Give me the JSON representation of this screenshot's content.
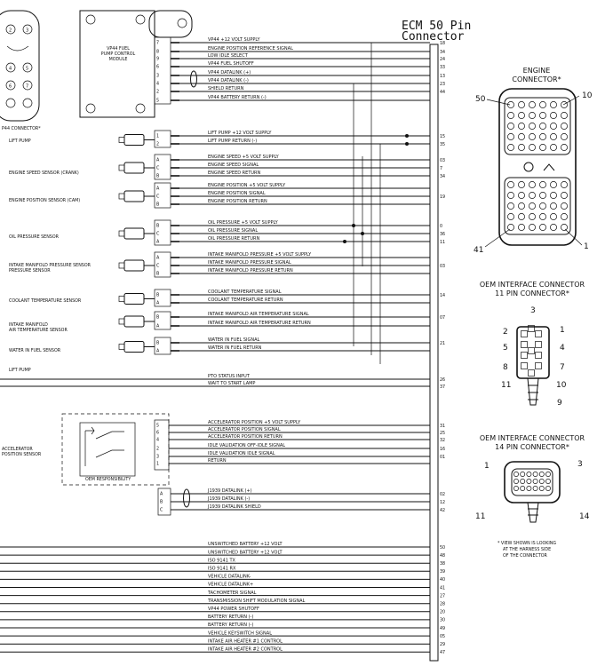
{
  "header": {
    "ecm_title": "ECM 50 Pin",
    "ecm_subtitle": "Connector"
  },
  "vp44": {
    "connector_caption": "P44 CONNECTOR*",
    "module_label_1": "VP44 FUEL",
    "module_label_2": "PUMP CONTROL",
    "module_label_3": "MODULE",
    "round_pins": [
      "2",
      "3",
      "4",
      "5",
      "6",
      "7"
    ],
    "round_pins_left": [
      "2",
      "4",
      "6"
    ],
    "round_pins_right": [
      "3",
      "5",
      "7"
    ]
  },
  "groups": [
    {
      "label": "",
      "signals": [
        {
          "pin": "7",
          "text": "VP44 +12 VOLT SUPPLY",
          "ecm": "18"
        },
        {
          "pin": "8",
          "text": "ENGINE POSITION REFERENCE SIGNAL",
          "ecm": "34"
        },
        {
          "pin": "9",
          "text": "LOW IDLE SELECT",
          "ecm": "24"
        },
        {
          "pin": "6",
          "text": "VP44 FUEL SHUTOFF",
          "ecm": "33"
        },
        {
          "pin": "3",
          "text": "VP44 DATALINK (+)",
          "ecm": "13"
        },
        {
          "pin": "4",
          "text": "VP44 DATALINK (-)",
          "ecm": "23"
        },
        {
          "pin": "2",
          "text": "SHIELD RETURN",
          "ecm": "44"
        },
        {
          "pin": "5",
          "text": "VP44 BATTERY RETURN (-)",
          "ecm": ""
        }
      ]
    },
    {
      "label": "LIFT PUMP",
      "signals": [
        {
          "pin": "1",
          "text": "LIFT PUMP +12 VOLT SUPPLY",
          "ecm": "15"
        },
        {
          "pin": "2",
          "text": "LIFT PUMP RETURN (-)",
          "ecm": "35"
        }
      ]
    },
    {
      "label": "ENGINE SPEED SENSOR (CRANK)",
      "signals": [
        {
          "pin": "A",
          "text": "ENGINE SPEED +5 VOLT SUPPLY",
          "ecm": "03"
        },
        {
          "pin": "C",
          "text": "ENGINE SPEED SIGNAL",
          "ecm": "7"
        },
        {
          "pin": "B",
          "text": "ENGINE SPEED RETURN",
          "ecm": "34"
        }
      ]
    },
    {
      "label": "ENGINE POSITION SENSOR (CAM)",
      "signals": [
        {
          "pin": "A",
          "text": "ENGINE POSITION +5 VOLT SUPPLY",
          "ecm": ""
        },
        {
          "pin": "C",
          "text": "ENGINE POSITION SIGNAL",
          "ecm": "19"
        },
        {
          "pin": "B",
          "text": "ENGINE POSITION RETURN",
          "ecm": ""
        }
      ]
    },
    {
      "label": "OIL PRESSURE SENSOR",
      "signals": [
        {
          "pin": "B",
          "text": "OIL PRESSURE +5 VOLT SUPPLY",
          "ecm": "0"
        },
        {
          "pin": "C",
          "text": "OIL PRESSURE SIGNAL",
          "ecm": "36"
        },
        {
          "pin": "A",
          "text": "OIL PRESSURE RETURN",
          "ecm": "11"
        }
      ]
    },
    {
      "label": "INTAKE MANIFOLD PRESSURE SENSOR",
      "label2": "PRESSURE SENSOR",
      "signals": [
        {
          "pin": "A",
          "text": "INTAKE MANIFOLD PRESSURE +5 VOLT SUPPLY",
          "ecm": ""
        },
        {
          "pin": "C",
          "text": "INTAKE MANIFOLD PRESSURE SIGNAL",
          "ecm": "03"
        },
        {
          "pin": "B",
          "text": "INTAKE MANIFOLD PRESSURE RETURN",
          "ecm": ""
        }
      ]
    },
    {
      "label": "COOLANT TEMPERATURE SENSOR",
      "signals": [
        {
          "pin": "B",
          "text": "COOLANT TEMPERATURE SIGNAL",
          "ecm": "14"
        },
        {
          "pin": "A",
          "text": "COOLANT TEMPERATURE RETURN",
          "ecm": ""
        }
      ]
    },
    {
      "label": "INTAKE MANIFOLD",
      "label2": "AIR TEMPERATURE SENSOR",
      "signals": [
        {
          "pin": "B",
          "text": "INTAKE MANIFOLD AIR TEMPERATURE SIGNAL",
          "ecm": "07"
        },
        {
          "pin": "A",
          "text": "INTAKE MANIFOLD AIR TEMPERATURE RETURN",
          "ecm": ""
        }
      ]
    },
    {
      "label": "WATER IN FUEL SENSOR",
      "signals": [
        {
          "pin": "B",
          "text": "WATER IN FUEL SIGNAL",
          "ecm": "21"
        },
        {
          "pin": "A",
          "text": "WATER IN FUEL RETURN",
          "ecm": ""
        }
      ]
    }
  ],
  "misc_signals": [
    {
      "text": "LIFT PUMP",
      "left_label": true
    },
    {
      "text": "PTO STATUS INPUT",
      "ecm": "26"
    },
    {
      "text": "WAIT TO START LAMP",
      "ecm": "37"
    }
  ],
  "accel": {
    "label_1": "ACCELERATOR",
    "label_2": "POSITION SENSOR",
    "oem_resp": "OEM RESPONSIBILITY",
    "signals": [
      {
        "pin": "5",
        "text": "ACCELERATOR POSITION +5 VOLT SUPPLY",
        "ecm": "31"
      },
      {
        "pin": "6",
        "text": "ACCELERATOR POSITION SIGNAL",
        "ecm": "25"
      },
      {
        "pin": "4",
        "text": "ACCELERATOR POSITION RETURN",
        "ecm": "32"
      },
      {
        "pin": "2",
        "text": "IDLE VALIDATION OFF-IDLE SIGNAL",
        "ecm": "16"
      },
      {
        "pin": "3",
        "text": "IDLE VALIDATION IDLE SIGNAL",
        "ecm": "01"
      },
      {
        "pin": "1",
        "text": "RETURN",
        "ecm": ""
      }
    ]
  },
  "j1939": {
    "signals": [
      {
        "pin": "A",
        "text": "J1939 DATALINK (+)",
        "ecm": "02"
      },
      {
        "pin": "B",
        "text": "J1939 DATALINK (-)",
        "ecm": "12"
      },
      {
        "pin": "C",
        "text": "J1939 DATALINK SHIELD",
        "ecm": "42"
      }
    ]
  },
  "bottom_signals": [
    {
      "text": "UNSWITCHED BATTERY +12 VOLT",
      "ecm": "50"
    },
    {
      "text": "UNSWITCHED BATTERY +12 VOLT",
      "ecm": "48"
    },
    {
      "text": "ISO 9141 TX",
      "ecm": "38"
    },
    {
      "text": "ISO 9141 RX",
      "ecm": "39"
    },
    {
      "text": "VEHICLE DATALINK-",
      "ecm": "40"
    },
    {
      "text": "VEHICLE DATALINK+",
      "ecm": "41"
    },
    {
      "text": "TACHOMETER SIGNAL",
      "ecm": "27"
    },
    {
      "text": "TRANSMISSION SHIFT MODULATION SIGNAL",
      "ecm": "28"
    },
    {
      "text": "VP44 POWER SHUTOFF",
      "ecm": "20"
    },
    {
      "text": "BATTERY RETURN (-)",
      "ecm": "30"
    },
    {
      "text": "BATTERY RETURN (-)",
      "ecm": "49"
    },
    {
      "text": "VEHICLE KEYSWITCH SIGNAL",
      "ecm": "05"
    },
    {
      "text": "INTAKE AIR HEATER #1 CONTROL",
      "ecm": "29"
    },
    {
      "text": "INTAKE AIR HEATER #2 CONTROL",
      "ecm": "47"
    }
  ],
  "engine_connector": {
    "title_1": "ENGINE",
    "title_2": "CONNECTOR*",
    "pin_50": "50",
    "pin_10": "10",
    "pin_41": "41",
    "pin_1": "1"
  },
  "oem11": {
    "title_1": "OEM INTERFACE CONNECTOR",
    "title_2": "11 PIN CONNECTOR*",
    "pins": {
      "p3": "3",
      "p2": "2",
      "p5": "5",
      "p8": "8",
      "p11": "11",
      "p1": "1",
      "p4": "4",
      "p7": "7",
      "p10": "10",
      "p9": "9"
    }
  },
  "oem14": {
    "title_1": "OEM INTERFACE CONNECTOR",
    "title_2": "14 PIN CONNECTOR*",
    "pins": {
      "p1": "1",
      "p3": "3",
      "p11": "11",
      "p14": "14"
    }
  },
  "footnote": [
    "* VIEW SHOWN IS LOOKING",
    "AT THE HARNESS SIDE",
    "OF THE CONNECTOR"
  ]
}
